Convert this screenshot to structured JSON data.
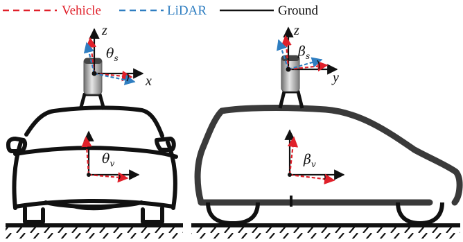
{
  "legend": {
    "vehicle": {
      "label": "Vehicle",
      "color": "#e0202a",
      "style": "dashed"
    },
    "lidar": {
      "label": "LiDAR",
      "color": "#2f7ec1",
      "style": "dashed"
    },
    "ground": {
      "label": "Ground",
      "color": "#111111",
      "style": "solid"
    }
  },
  "left_view": {
    "axis_labels": {
      "up": "z",
      "right": "x"
    },
    "sensor_angle": {
      "symbol": "θ",
      "subscript": "s"
    },
    "vehicle_angle": {
      "symbol": "θ",
      "subscript": "v"
    }
  },
  "right_view": {
    "axis_labels": {
      "up": "z",
      "right": "y"
    },
    "sensor_angle": {
      "symbol": "β",
      "subscript": "s"
    },
    "vehicle_angle": {
      "symbol": "β",
      "subscript": "v"
    }
  }
}
